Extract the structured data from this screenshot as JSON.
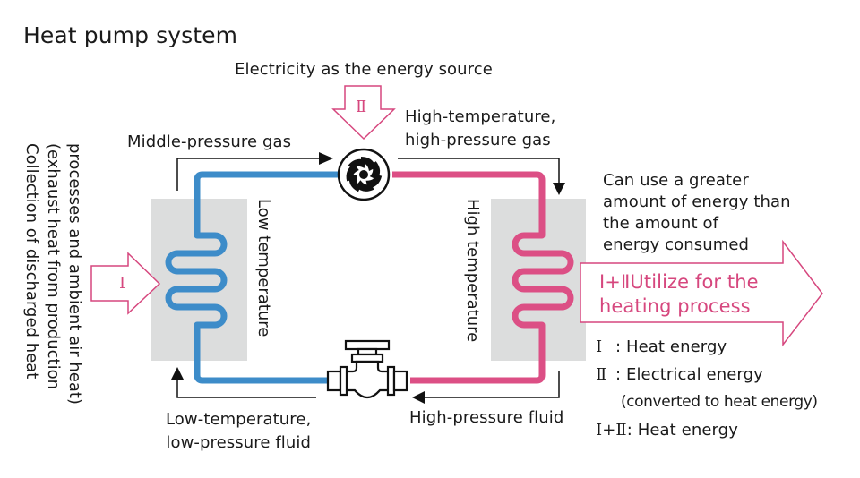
{
  "title": "Heat pump system",
  "colors": {
    "low_side_pipe": "#3d8cc9",
    "high_side_pipe": "#dc4f85",
    "energy_arrow": "#d6477e",
    "exchanger_box": "#dcdddd",
    "line": "#111111"
  },
  "labels": {
    "electricity_source": "Electricity as the energy source",
    "middle_pressure_gas": "Middle-pressure gas",
    "high_temp_gas_line1": "High-temperature,",
    "high_temp_gas_line2": "high-pressure gas",
    "low_temperature": "Low temperature",
    "high_temperature": "High temperature",
    "low_temp_fluid_line1": "Low-temperature,",
    "low_temp_fluid_line2": "low-pressure fluid",
    "high_pressure_fluid": "High-pressure fluid",
    "collection_line1": "Collection of discharged heat",
    "collection_line2": "(exhaust heat from production",
    "collection_line3": "processes and ambient air heat)",
    "greater_energy_line1": "Can use a greater",
    "greater_energy_line2": "amount of energy than",
    "greater_energy_line3": "the amount of",
    "greater_energy_line4": "energy consumed"
  },
  "arrows": {
    "input_heat": "Ⅰ",
    "input_electric": "Ⅱ",
    "output_line1": "Ⅰ+ⅡUtilize for the",
    "output_line2": "heating process"
  },
  "legend": [
    {
      "symbol": "Ⅰ",
      "text": ": Heat energy"
    },
    {
      "symbol": "Ⅱ",
      "text": ": Electrical energy"
    },
    {
      "symbol": "",
      "text": "(converted to heat energy)"
    },
    {
      "symbol": "Ⅰ+Ⅱ",
      "text": ": Heat energy"
    }
  ],
  "components": {
    "compressor": "compressor-icon",
    "expansion_valve": "valve-icon",
    "evaporator": "evaporator-coil",
    "condenser": "condenser-coil"
  }
}
